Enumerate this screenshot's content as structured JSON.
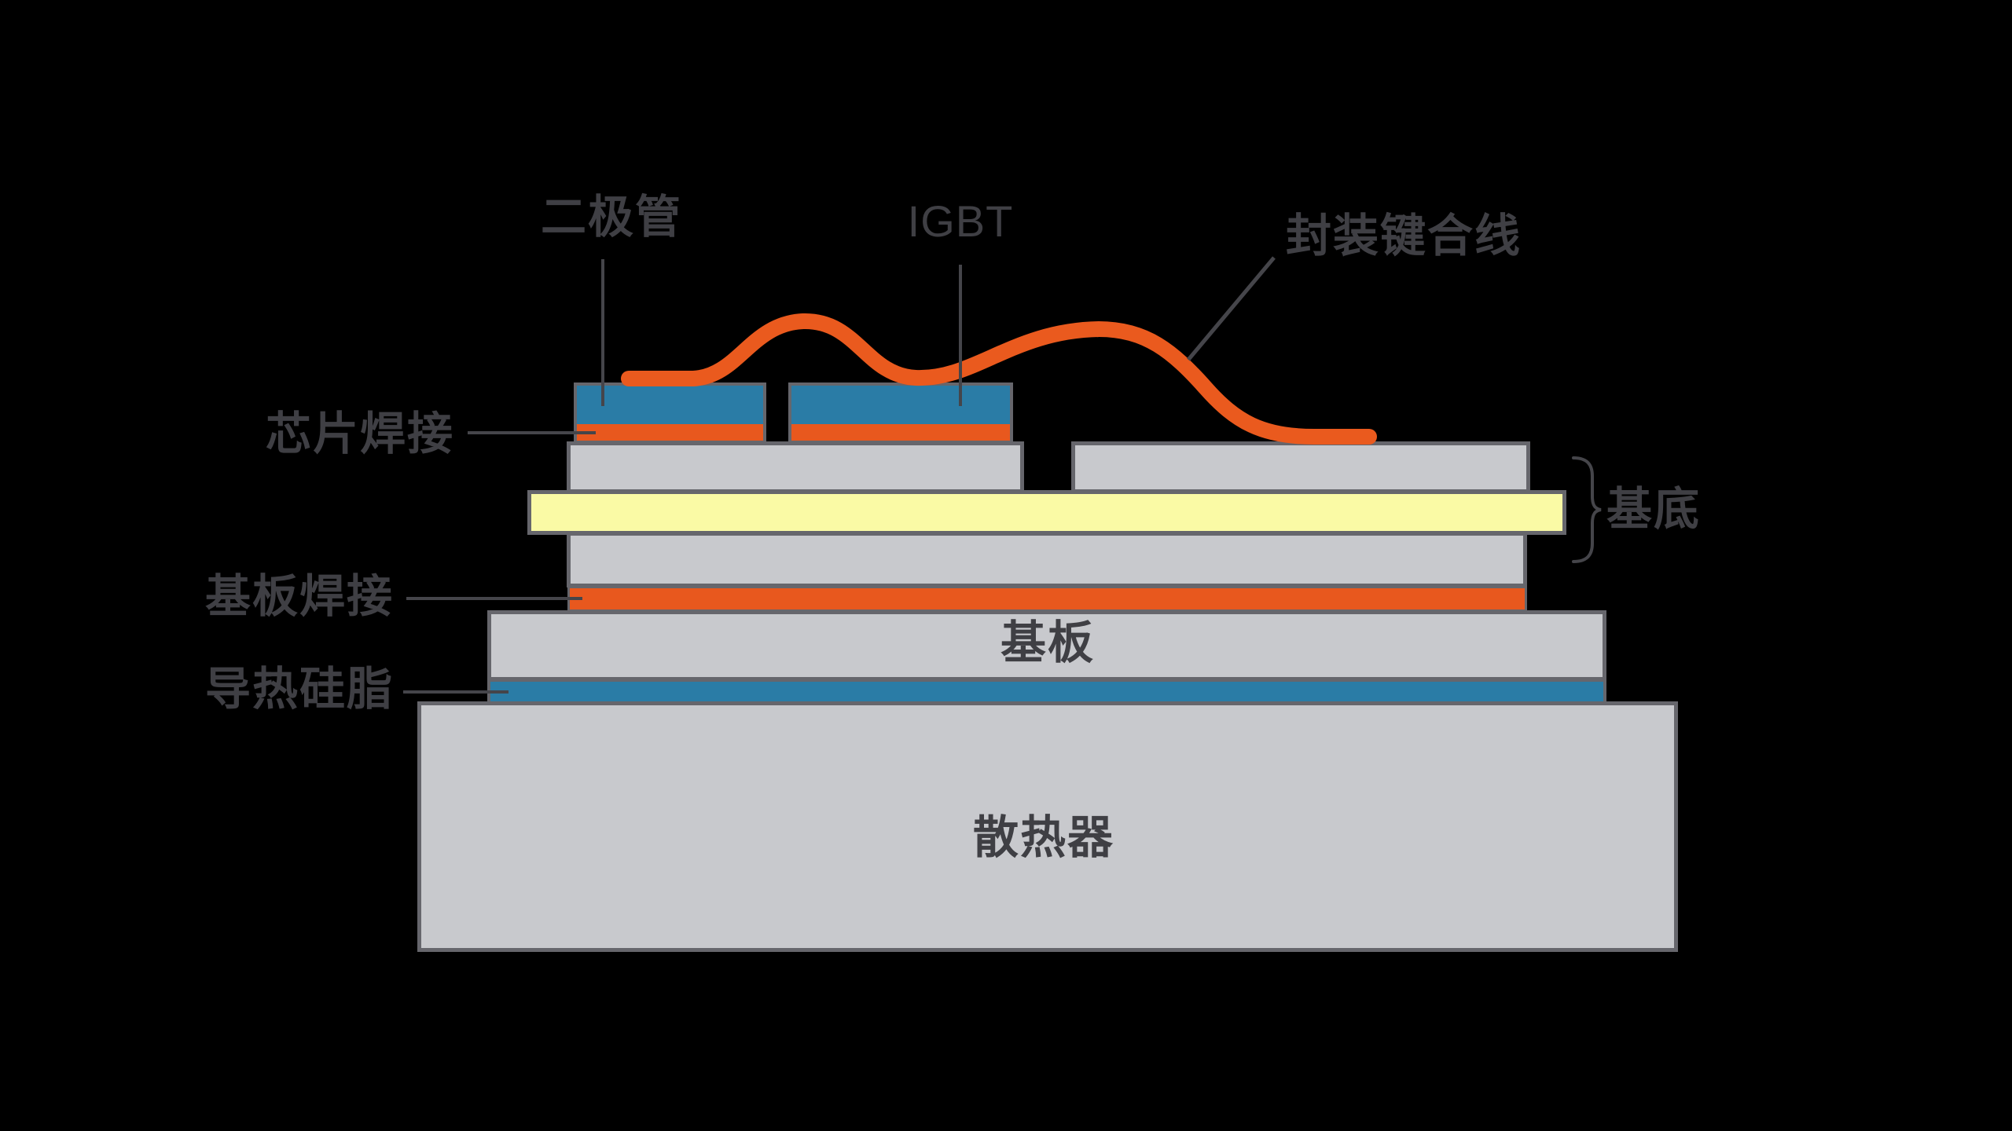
{
  "background": "#000000",
  "colors": {
    "background": "#000000",
    "layer_gray": "#C8C9CD",
    "outline_gray": "#66666C",
    "blue": "#2A7CA6",
    "orange": "#E8581E",
    "wire_orange": "#EA5A1E",
    "ceramic_yellow": "#FAFAA5",
    "text": "#3F3F44",
    "leader": "#45454A"
  },
  "labels": {
    "diode": "二极管",
    "igbt": "IGBT",
    "bond_wire": "封装键合线",
    "chip_solder": "芯片焊接",
    "substrate": "基底",
    "base_solder": "基板焊接",
    "baseplate": "基板",
    "thermal_grease": "导热硅脂",
    "heatsink": "散热器"
  },
  "structure": {
    "stack_top_to_bottom": [
      {
        "name": "二极管 / IGBT 芯片",
        "fill": "blue",
        "note": "两颗芯片，底部为橙色芯片焊接层"
      },
      {
        "name": "上铜层（两块）",
        "fill": "layer_gray"
      },
      {
        "name": "陶瓷基底",
        "fill": "ceramic_yellow"
      },
      {
        "name": "下铜层",
        "fill": "layer_gray"
      },
      {
        "name": "基板焊接",
        "fill": "orange"
      },
      {
        "name": "基板",
        "fill": "layer_gray"
      },
      {
        "name": "导热硅脂",
        "fill": "blue"
      },
      {
        "name": "散热器",
        "fill": "layer_gray"
      }
    ],
    "bond_wire_note": "橙色键合线从二极管芯片经两个弧形跨至右侧上铜层"
  }
}
